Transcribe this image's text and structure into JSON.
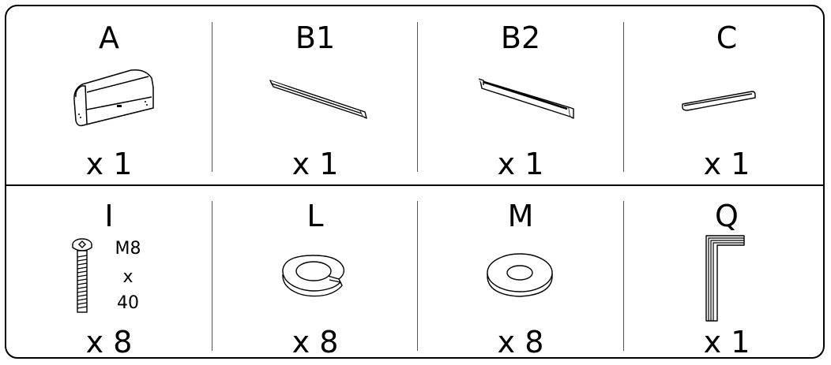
{
  "parts": [
    {
      "id": "A",
      "qty": "x 1"
    },
    {
      "id": "B1",
      "qty": "x 1"
    },
    {
      "id": "B2",
      "qty": "x 1"
    },
    {
      "id": "C",
      "qty": "x 1"
    },
    {
      "id": "I",
      "qty": "x 8",
      "spec": [
        "M8",
        "x",
        "40"
      ]
    },
    {
      "id": "L",
      "qty": "x 8"
    },
    {
      "id": "M",
      "qty": "x 8"
    },
    {
      "id": "Q",
      "qty": "x 1"
    }
  ],
  "icons": {
    "A": "headboard-panel-icon",
    "B1": "side-rail-icon",
    "B2": "slotted-rail-icon",
    "C": "short-rail-icon",
    "I": "hex-bolt-icon",
    "L": "spring-washer-icon",
    "M": "flat-washer-icon",
    "Q": "allen-key-icon"
  }
}
